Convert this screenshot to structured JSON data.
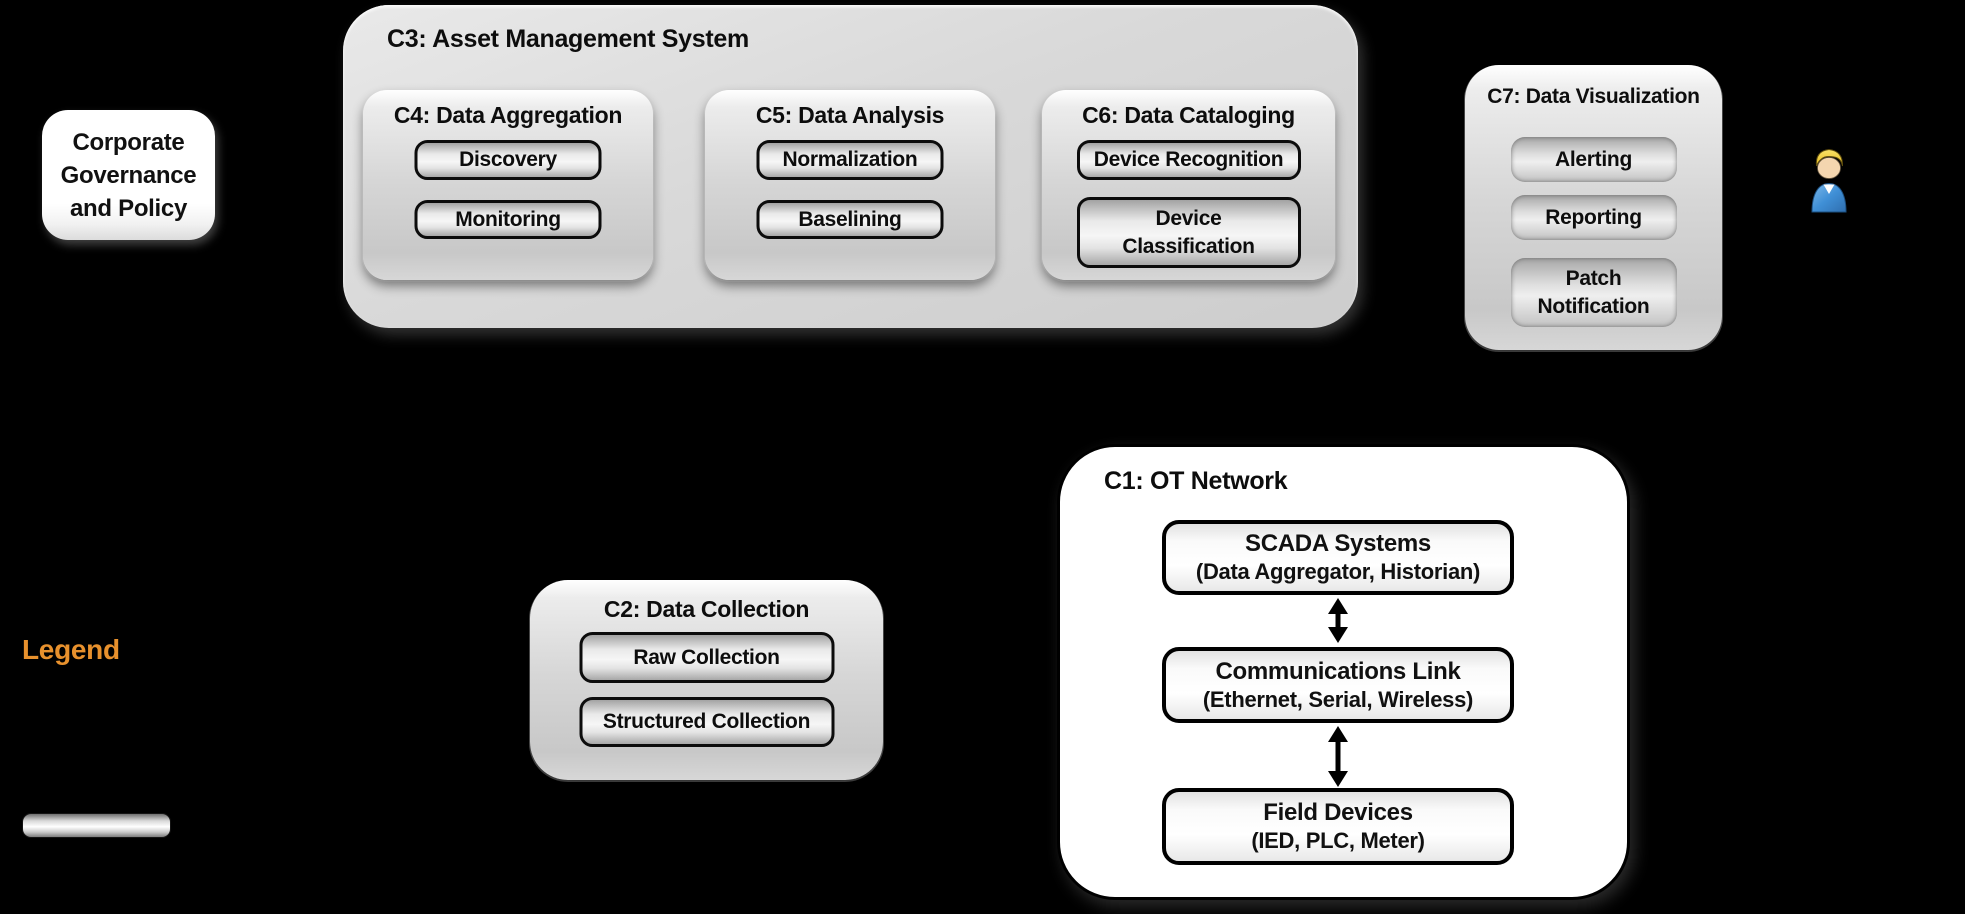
{
  "diagram": {
    "corporate": {
      "label": "Corporate Governance and Policy"
    },
    "c3": {
      "title": "C3: Asset Management System"
    },
    "c4": {
      "title": "C4: Data Aggregation",
      "buttons": [
        "Discovery",
        "Monitoring"
      ]
    },
    "c5": {
      "title": "C5: Data Analysis",
      "buttons": [
        "Normalization",
        "Baselining"
      ]
    },
    "c6": {
      "title": "C6: Data Cataloging",
      "buttons": [
        "Device Recognition",
        "Device Classification"
      ]
    },
    "c7": {
      "title": "C7: Data Visualization",
      "buttons": [
        "Alerting",
        "Reporting",
        "Patch Notification"
      ]
    },
    "c2": {
      "title": "C2: Data Collection",
      "buttons": [
        "Raw Collection",
        "Structured Collection"
      ]
    },
    "c1": {
      "title": "C1: OT Network",
      "nodes": [
        {
          "name": "SCADA Systems",
          "detail": "(Data Aggregator, Historian)"
        },
        {
          "name": "Communications Link",
          "detail": "(Ethernet, Serial, Wireless)"
        },
        {
          "name": "Field Devices",
          "detail": "(IED, PLC, Meter)"
        }
      ]
    },
    "legend": {
      "title": "Legend"
    },
    "icons": {
      "person": "person-user-icon",
      "arrow": "double-headed-vertical-arrow"
    }
  },
  "colors": {
    "background": "#000000",
    "legend_title": "#E8912D",
    "panel_gray": "#D6D6D6",
    "box_white": "#FFFFFF",
    "text": "#111111",
    "person_hair": "#F2CE3A",
    "person_body": "#3F8FD6"
  }
}
